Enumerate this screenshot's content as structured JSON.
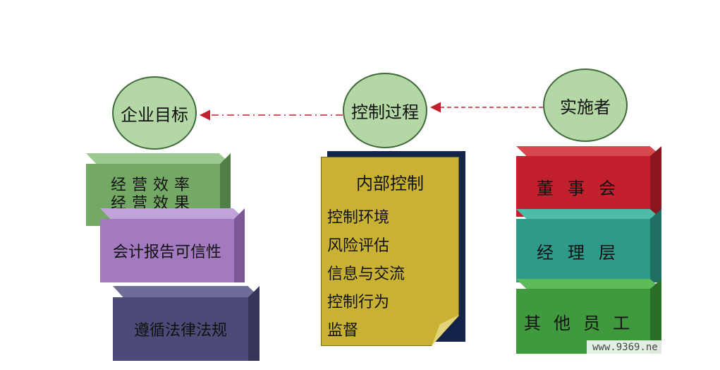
{
  "nodes": {
    "goal": "企业目标",
    "process": "控制过程",
    "implementer": "实施者"
  },
  "goals": {
    "item1_line1": "经营效率",
    "item1_line2": "经营效果",
    "item2": "会计报告可信性",
    "item3": "遵循法律法规"
  },
  "process_doc": {
    "title": "内部控制",
    "items": [
      "控制环境",
      "风险评估",
      "信息与交流",
      "控制行为",
      "监督"
    ]
  },
  "implementers": {
    "board": "董事会",
    "management": "经理层",
    "staff": "其他员工"
  },
  "watermark": "www.9369.ne",
  "colors": {
    "circle_fill": "#b4d8a5",
    "arrow": "#c2202c",
    "doc_fill": "#c9b233"
  }
}
